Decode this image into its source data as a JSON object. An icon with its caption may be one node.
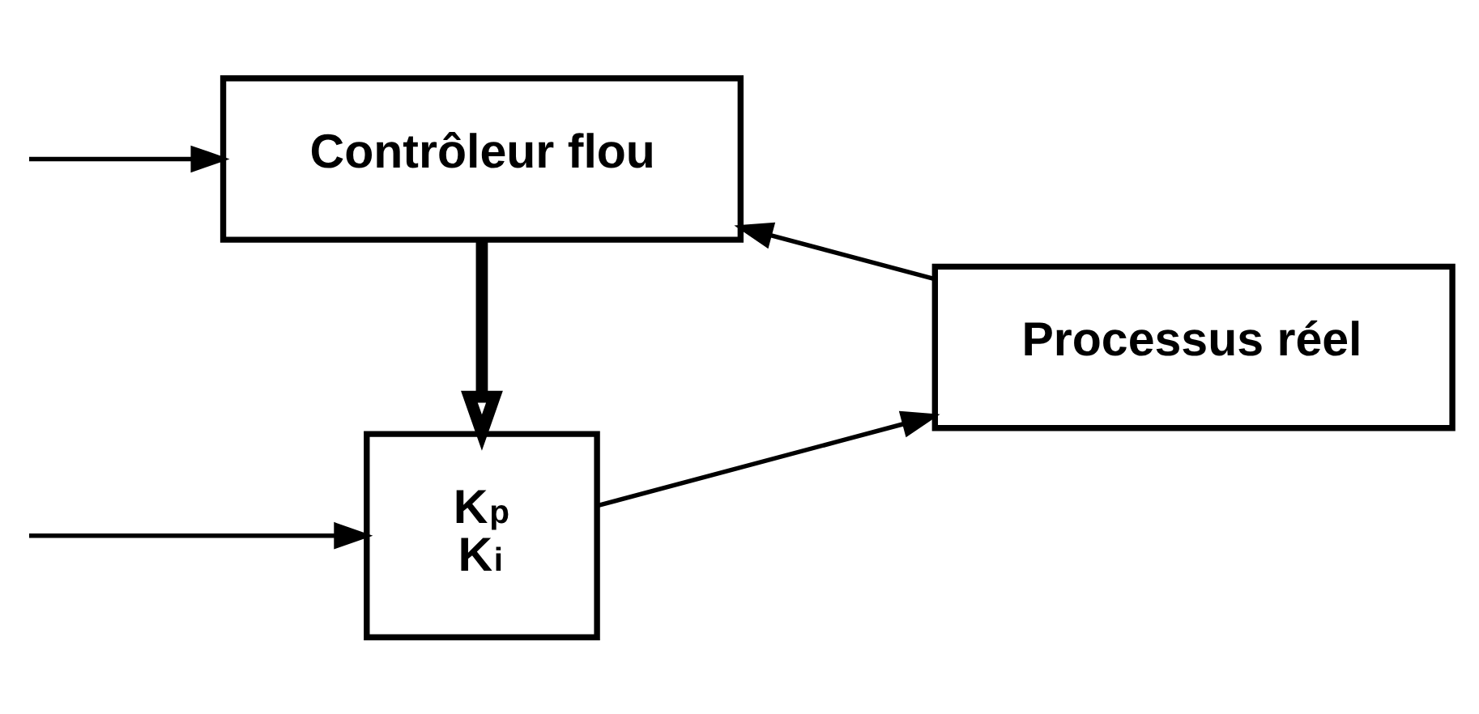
{
  "diagram": {
    "nodes": [
      {
        "text": [
          "Contrôleur flou"
        ]
      },
      {
        "text": [
          "K$_{p}$",
          "K$_{i}$"
        ]
      },
      {
        "text": [
          "Processus réel"
        ]
      }
    ],
    "edges": [
      {
        "from": null,
        "to": 0,
        "arrow": "to"
      },
      {
        "from": null,
        "to": 1,
        "arrow": "to"
      },
      {
        "from": 0,
        "to": 1,
        "arrow": "to",
        "style": "thick"
      },
      {
        "from": 1,
        "to": 2,
        "arrow": "to"
      },
      {
        "from": 2,
        "to": 0,
        "arrow": "to"
      }
    ]
  }
}
